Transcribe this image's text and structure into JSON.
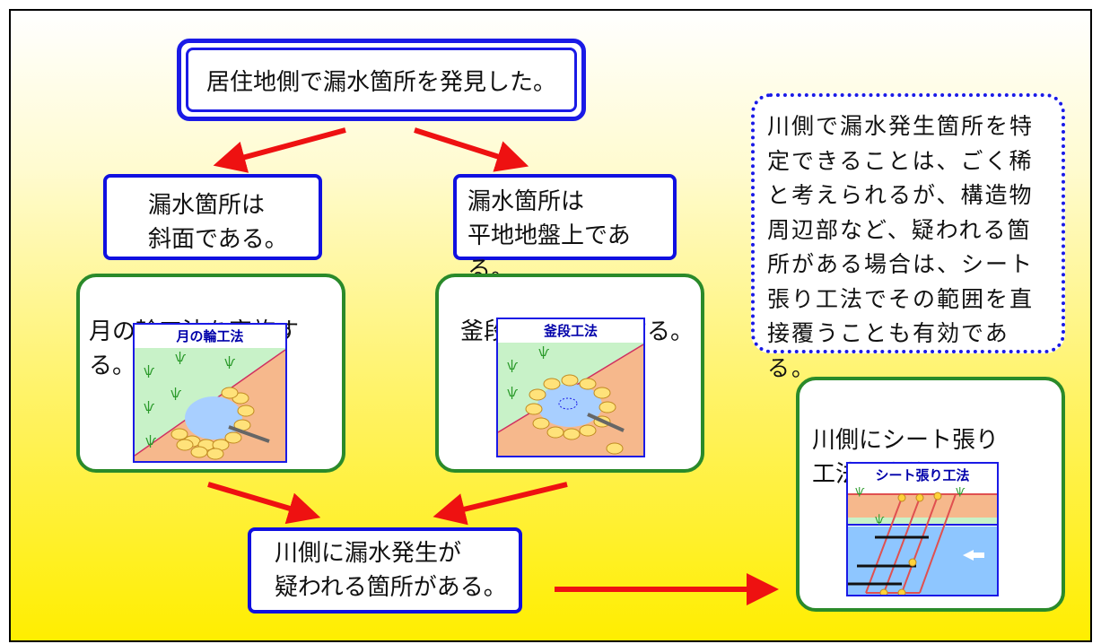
{
  "top": {
    "text": "居住地側で漏水箇所を発見した。"
  },
  "note": {
    "text": "川側で漏水発生箇所を特定できることは、ごく稀と考えられるが、構造物周辺部など、疑われる箇所がある場合は、シート張り工法でその範囲を直接覆うことも有効である。"
  },
  "left_cond": {
    "text": "漏水箇所は\n斜面である。"
  },
  "right_cond": {
    "text": "漏水箇所は\n平地地盤上である。"
  },
  "left_method": {
    "text": "月の輪工法を実施する。",
    "fig_title": "月の輪工法"
  },
  "right_method": {
    "text": "釜段工法を実施する。",
    "fig_title": "釜段工法"
  },
  "river_suspect": {
    "text": "川側に漏水発生が\n疑われる箇所がある。"
  },
  "sheet_method": {
    "text": "川側にシート張り\n工法を実施する。",
    "fig_title": "シート張り工法"
  },
  "colors": {
    "arrow": "#ee1111",
    "blue_border": "#1a1ae6",
    "green_border": "#2a8a2a",
    "background_bottom": "#ffee00"
  }
}
